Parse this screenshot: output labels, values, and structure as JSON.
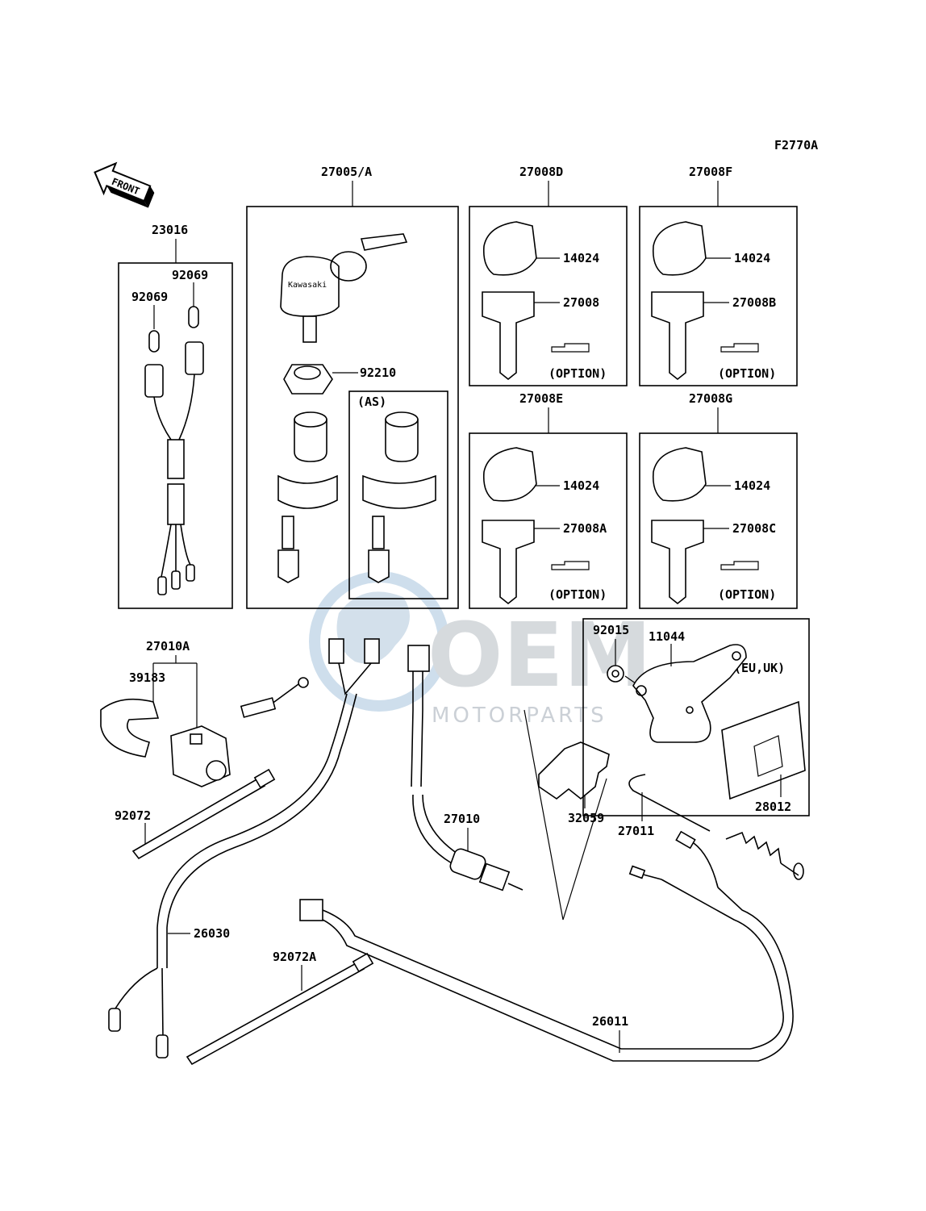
{
  "diagram_code": "F2770A",
  "front_label": "FRONT",
  "watermark": {
    "brand": "OEM",
    "sub": "MOTORPARTS"
  },
  "brand_text": "Kawasaki",
  "labels": {
    "p23016": "23016",
    "p92069_a": "92069",
    "p92069_b": "92069",
    "p27005A": "27005/A",
    "p92210": "92210",
    "as": "(AS)",
    "p27008D": "27008D",
    "p27008F": "27008F",
    "p27008E": "27008E",
    "p27008G": "27008G",
    "d_14024": "14024",
    "d_27008": "27008",
    "d_option": "(OPTION)",
    "f_14024": "14024",
    "f_27008B": "27008B",
    "f_option": "(OPTION)",
    "e_14024": "14024",
    "e_27008A": "27008A",
    "e_option": "(OPTION)",
    "g_14024": "14024",
    "g_27008C": "27008C",
    "g_option": "(OPTION)",
    "p27010A": "27010A",
    "p39183": "39183",
    "p92072": "92072",
    "p26030": "26030",
    "p92072A": "92072A",
    "p27010": "27010",
    "p32059": "32059",
    "p27011": "27011",
    "p26011": "26011",
    "p92015": "92015",
    "p11044": "11044",
    "eu_uk": "(EU,UK)",
    "p28012": "28012"
  }
}
